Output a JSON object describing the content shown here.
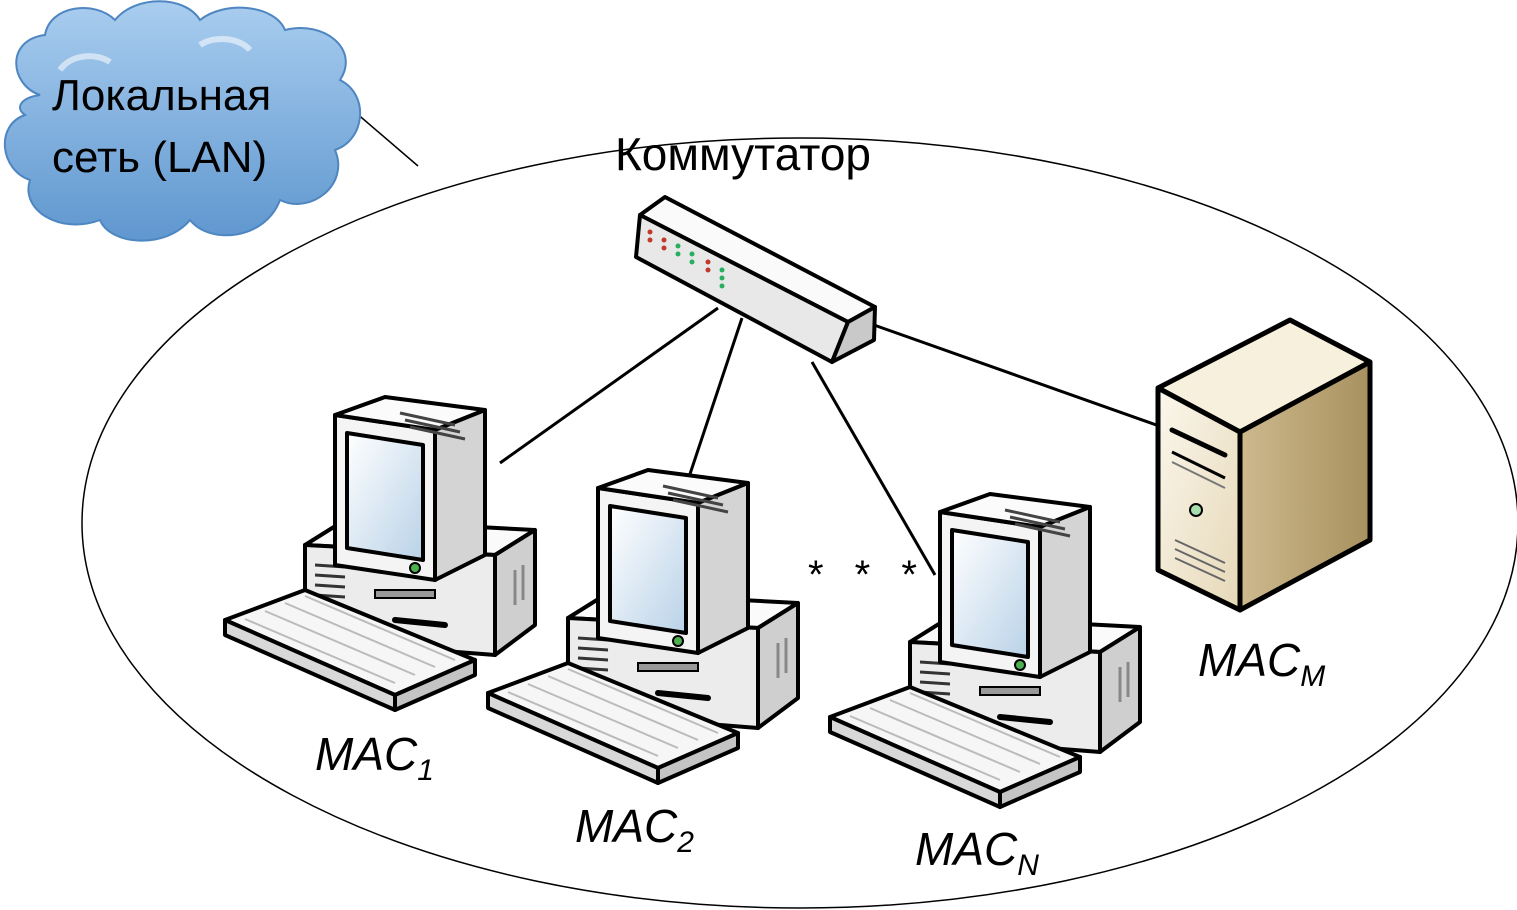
{
  "cloud": {
    "line1": "Локальная",
    "line2": "сеть (LAN)"
  },
  "switch": {
    "label": "Коммутатор"
  },
  "ellipsis": "* * *",
  "hosts": [
    {
      "label": "MAC",
      "sub": "1"
    },
    {
      "label": "MAC",
      "sub": "2"
    },
    {
      "label": "MAC",
      "sub": "N"
    },
    {
      "label": "MAC",
      "sub": "M"
    }
  ],
  "colors": {
    "cloud": "#6fa5d9",
    "device_fill": "#f2f2f2",
    "server_fill": "#e8dcc0",
    "outline": "#000000"
  }
}
